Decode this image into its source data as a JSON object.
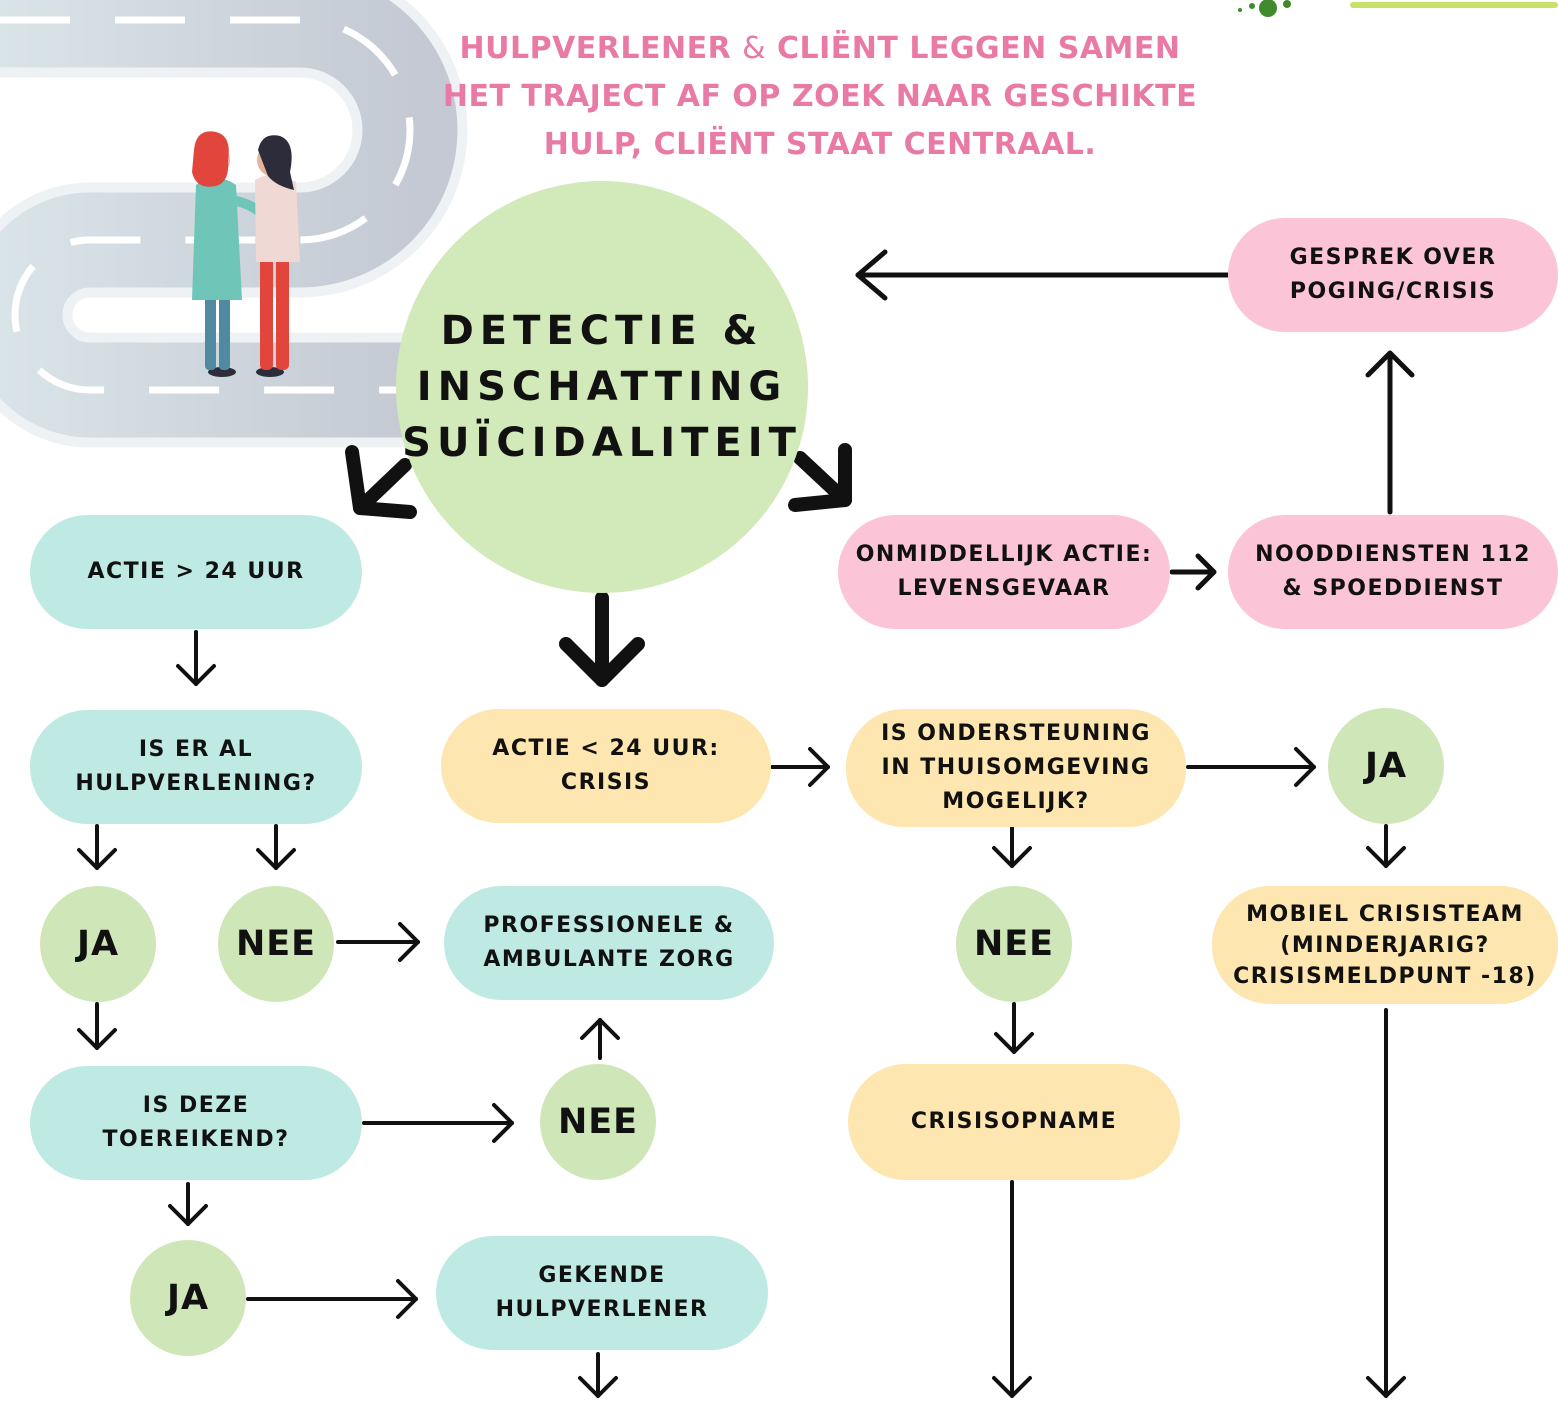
{
  "header": {
    "line1a": "HULPVERLENER",
    "line1amp": "&",
    "line1b": "CLIËNT LEGGEN SAMEN",
    "line2": "HET TRAJECT AF OP ZOEK NAAR GESCHIKTE",
    "line3": "HULP, CLIËNT STAAT CENTRAAL."
  },
  "center": {
    "line1": "DETECTIE &",
    "line2": "INSCHATTING",
    "line3": "SUÏCIDALITEIT"
  },
  "nodes": {
    "actie_gt24": "ACTIE > 24 UUR",
    "al_hulp_1": "IS ER AL",
    "al_hulp_2": "HULPVERLENING?",
    "ja_1": "JA",
    "nee_1": "NEE",
    "toereikend_1": "IS DEZE",
    "toereikend_2": "TOEREIKEND?",
    "ja_2": "JA",
    "actie_lt24_1": "ACTIE < 24 UUR:",
    "actie_lt24_2": "CRISIS",
    "prof_1": "PROFESSIONELE &",
    "prof_2": "AMBULANTE ZORG",
    "nee_2": "NEE",
    "gekend_1": "GEKENDE",
    "gekend_2": "HULPVERLENER",
    "onmiddellijk_1": "ONMIDDELLIJK ACTIE:",
    "onmiddellijk_2": "LEVENSGEVAAR",
    "nood_1": "NOODDIENSTEN 112",
    "nood_2": "& SPOEDDIENST",
    "gesprek_1": "GESPREK OVER",
    "gesprek_2": "POGING/CRISIS",
    "thuis_1": "IS ONDERSTEUNING",
    "thuis_2": "IN THUISOMGEVING",
    "thuis_3": "MOGELIJK?",
    "ja_3": "JA",
    "nee_3": "NEE",
    "mobiel_1": "MOBIEL CRISISTEAM",
    "mobiel_2": "(MINDERJARIG?",
    "mobiel_3": "CRISISMELDPUNT -18)",
    "crisisopname": "CRISISOPNAME"
  },
  "colors": {
    "teal": "#bfeae3",
    "yellow": "#fde6b0",
    "pink": "#fbc5d7",
    "green": "#cfe7b8",
    "header_pink": "#e97aa6",
    "arrow": "#111111"
  },
  "illustration": "two-women-comforting-illustration",
  "decoration": "winding-road-graphic"
}
